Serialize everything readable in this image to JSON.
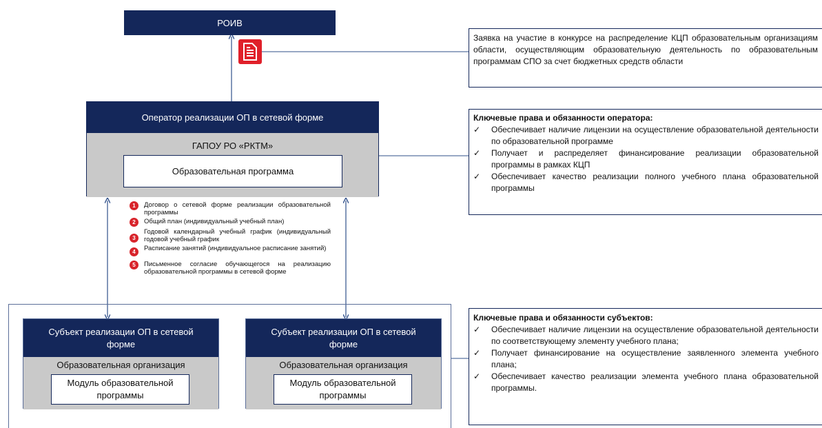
{
  "roiv": {
    "label": "РОИВ"
  },
  "operator": {
    "header": "Оператор реализации ОП в сетевой форме",
    "org": "ГАПОУ РО «РКТМ»",
    "program": "Образовательная программа"
  },
  "steps": [
    {
      "num": "1",
      "text": "Договор о сетевой форме реализации образовательной программы"
    },
    {
      "num": "2",
      "text": "Общий план (индивидуальный учебный план)"
    },
    {
      "num": "3",
      "text": "Годовой календарный учебный график (индивидуальный годовой учебный график"
    },
    {
      "num": "4",
      "text": "Расписание занятий (индивидуальное расписание занятий)"
    },
    {
      "num": "5",
      "text": "Письменное согласие обучающегося на реализацию образовательной программы в сетевой форме"
    }
  ],
  "subjects": [
    {
      "header": "Субъект реализации ОП в сетевой форме",
      "org": "Образовательная организация",
      "module": "Модуль образовательной программы"
    },
    {
      "header": "Субъект реализации ОП в сетевой форме",
      "org": "Образовательная организация",
      "module": "Модуль образовательной программы"
    }
  ],
  "application_note": "Заявка на участие в конкурсе на распределение КЦП образовательным организациям области, осуществляющим образовательную деятельность по образовательным программам СПО за счет бюджетных средств области",
  "operator_rights": {
    "title": "Ключевые права  и обязанности оператора:",
    "items": [
      "Обеспечивает наличие лицензии на осуществление образовательной деятельности по образовательной программе",
      "Получает и распределяет финансирование реализации образовательной программы в рамках КЦП",
      "Обеспечивает качество реализации полного учебного плана образовательной программы"
    ]
  },
  "subject_rights": {
    "title": "Ключевые права  и обязанности субъектов:",
    "items": [
      "Обеспечивает наличие лицензии на осуществление образовательной деятельности по соответствующему элементу учебного плана;",
      "Получает финансирование на осуществление заявленного элемента учебного плана;",
      "Обеспечивает качество реализации элемента учебного плана образовательной программы."
    ]
  },
  "check_mark": "✓",
  "icons": {
    "document": "document-icon"
  },
  "colors": {
    "navy": "#14275a",
    "gray": "#c9c9c9",
    "red": "#d8242b",
    "line": "#2f4f8a"
  }
}
